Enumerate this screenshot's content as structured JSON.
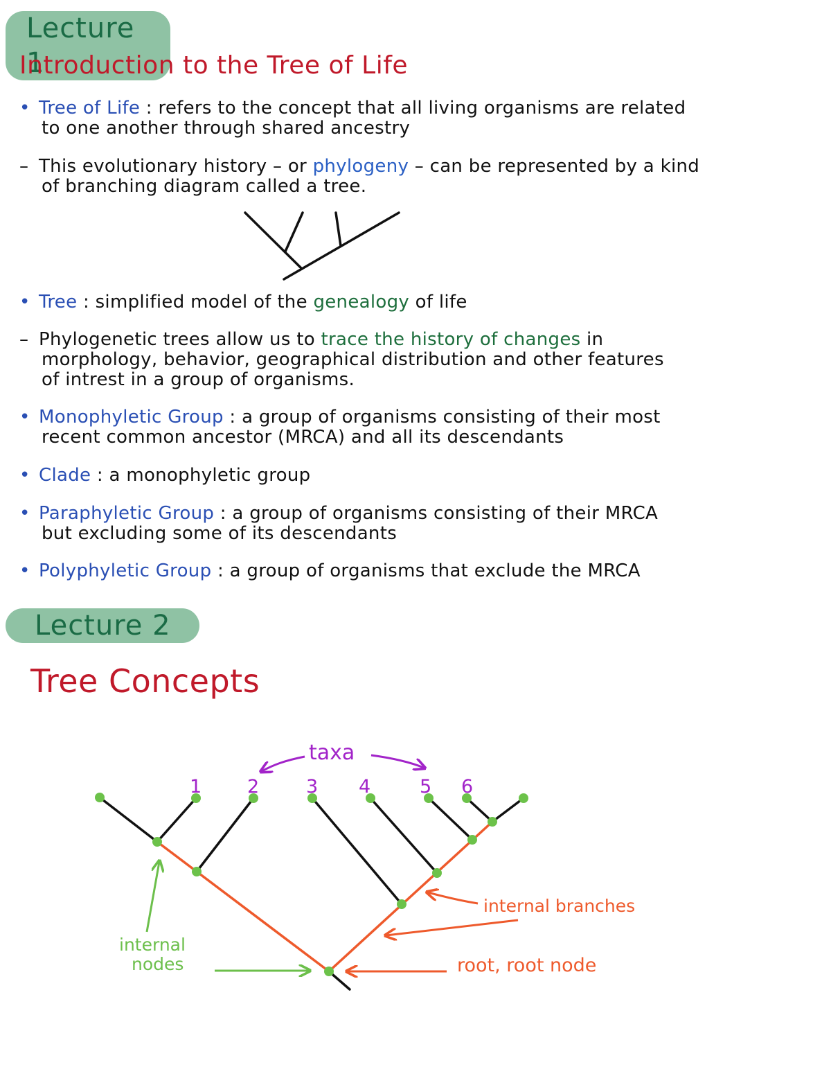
{
  "lecture1": {
    "badge": "Lecture 1",
    "title": "Introduction to the Tree of Life",
    "items": [
      {
        "marker": "•",
        "term": "Tree of Life",
        "sep": " : ",
        "text1": "refers to the concept that all living organisms are related",
        "text2": "to one another through shared ancestry"
      },
      {
        "marker": "–",
        "pre": "This evolutionary history – or ",
        "term": "phylogeny",
        "post": " – can be represented by a kind",
        "text2": "of branching diagram called a tree."
      },
      {
        "marker": "•",
        "term": "Tree",
        "sep": " : ",
        "pre": "simplified model of the ",
        "highlight": "genealogy",
        "post": " of life"
      },
      {
        "marker": "–",
        "pre": "Phylogenetic trees allow us to ",
        "highlight": "trace the history of changes",
        "post": " in",
        "text2": "morphology, behavior, geographical distribution and other features",
        "text3": "of intrest in a group of organisms."
      },
      {
        "marker": "•",
        "term": "Monophyletic Group",
        "sep": " : ",
        "text1": "a group of organisms consisting of their most",
        "text2": "recent common ancestor (MRCA) and all its descendants"
      },
      {
        "marker": "•",
        "term": "Clade",
        "sep": " : ",
        "text1": "a monophyletic group"
      },
      {
        "marker": "•",
        "term": "Paraphyletic Group",
        "sep": " : ",
        "text1": "a group of organisms consisting of their MRCA",
        "text2": "but excluding some of its descendants"
      },
      {
        "marker": "•",
        "term": "Polyphyletic Group",
        "sep": " : ",
        "text1": "a group of organisms that exclude the MRCA"
      }
    ]
  },
  "lecture2": {
    "badge": "Lecture 2",
    "title": "Tree Concepts",
    "diagram": {
      "taxa_label": "taxa",
      "tip_numbers": [
        "1",
        "2",
        "3",
        "4",
        "5",
        "6"
      ],
      "internal_nodes_label_line1": "internal",
      "internal_nodes_label_line2": "nodes",
      "internal_branches_label": "internal branches",
      "root_label": "root, root node"
    }
  },
  "colors": {
    "badge_bg": "#8fc2a4",
    "badge_text": "#1a6b45",
    "heading_red": "#c0192a",
    "term_blue": "#2a4fb4",
    "highlight_green": "#1d6e3c",
    "taxa_purple": "#a224c9",
    "node_green": "#6cc24a",
    "branch_orange": "#ee5a2c",
    "internal_label_green": "#6cbf4b"
  }
}
